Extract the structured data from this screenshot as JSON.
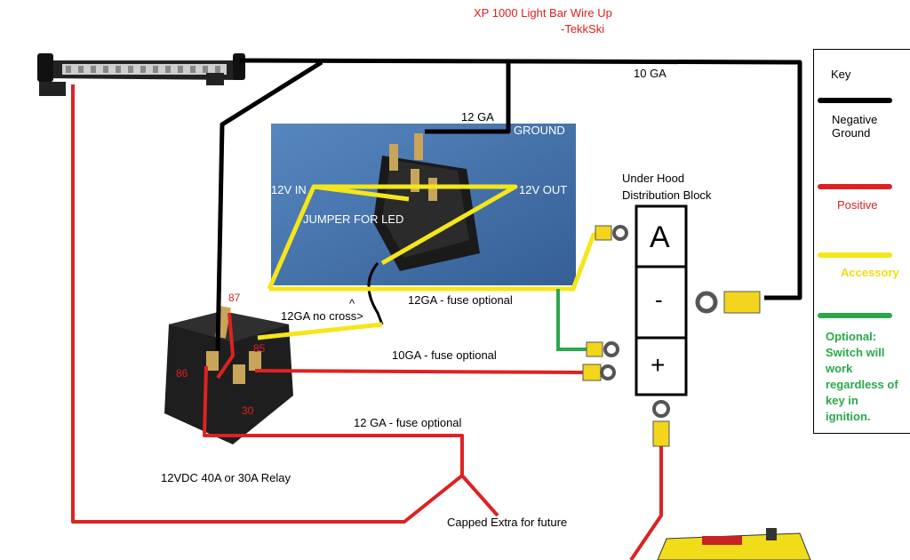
{
  "title": {
    "line1": "XP 1000 Light Bar Wire Up",
    "line2": "-TekkSki"
  },
  "labels": {
    "ten_ga_top": "10 GA",
    "twelve_ga_top": "12 GA",
    "under_hood": "Under Hood",
    "distribution_block": "Distribution Block",
    "twelve_ga_fuse": "12GA - fuse optional",
    "no_cross_caret": "^",
    "no_cross": "12GA no cross>",
    "ten_ga_fuse": "10GA - fuse optional",
    "twelve_ga_fuse_low": "12 GA - fuse optional",
    "relay_caption": "12VDC 40A or 30A Relay",
    "capped_extra": "Capped Extra for future"
  },
  "switch_photo": {
    "ground": "GROUND",
    "in": "12V IN",
    "out": "12V OUT",
    "jumper": "JUMPER FOR LED"
  },
  "relay_pins": {
    "p87": "87",
    "p85": "85",
    "p86": "86",
    "p30": "30"
  },
  "block": {
    "a": "A",
    "minus": "-",
    "plus": "+"
  },
  "key": {
    "title": "Key",
    "negative": "Negative Ground",
    "positive": "Positive",
    "accessory": "Accessory",
    "optional": "Optional: Switch will work regardless of key in ignition."
  },
  "colors": {
    "negative": "#000000",
    "positive": "#dd2222",
    "accessory": "#f5e61a",
    "optional": "#2aa84a",
    "switch_bg": "#3f6ea8",
    "title_red": "#e0201c"
  }
}
